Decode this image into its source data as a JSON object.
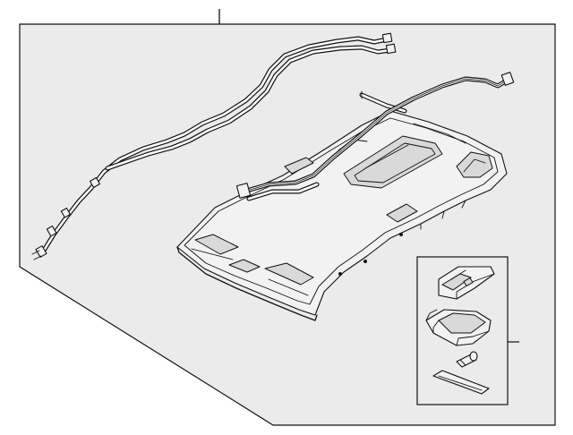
{
  "diagram": {
    "type": "exploded-parts-illustration",
    "colors": {
      "background": "#ffffff",
      "panel_fill": "#ebebeb",
      "line": "#111111",
      "part_fill": "#f2f2f2"
    },
    "components": [
      "headliner-panel",
      "roof-wire-harness-left",
      "roof-wire-harness-right",
      "sun-visor-bracket",
      "dome-lamp-housing",
      "lamp-bulb",
      "lamp-lens"
    ]
  }
}
